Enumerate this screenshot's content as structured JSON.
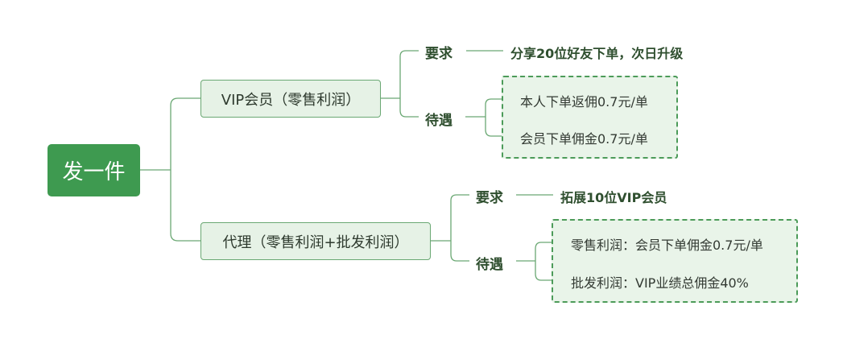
{
  "root": {
    "label": "发一件"
  },
  "branches": [
    {
      "label": "VIP会员（零售利润）",
      "requirement": {
        "label": "要求",
        "value": "分享20位好友下单，次日升级"
      },
      "benefit": {
        "label": "待遇",
        "items": [
          "本人下单返佣0.7元/单",
          "会员下单佣金0.7元/单"
        ]
      }
    },
    {
      "label": "代理（零售利润+批发利润）",
      "requirement": {
        "label": "要求",
        "value": "拓展10位VIP会员"
      },
      "benefit": {
        "label": "待遇",
        "items": [
          "零售利润：会员下单佣金0.7元/单",
          "批发利润：VIP业绩总佣金40%"
        ]
      }
    }
  ],
  "colors": {
    "root": "#3e9a50",
    "line": "#6aa873",
    "node_fill": "#e6f2e6",
    "box_fill": "#e9f4e9"
  }
}
